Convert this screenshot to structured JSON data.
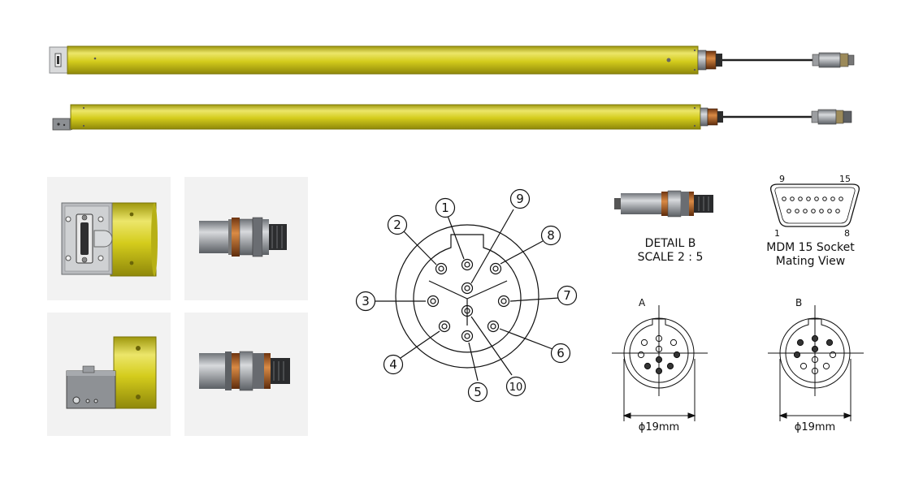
{
  "colors": {
    "rod_yellow": "#d4cc1c",
    "rod_yellow_light": "#ece66a",
    "rod_yellow_dark": "#9e970c",
    "copper": "#b8672a",
    "panel_bg": "#f2f2f2",
    "line": "#111111"
  },
  "pinout": {
    "labels": [
      "1",
      "2",
      "3",
      "4",
      "5",
      "6",
      "7",
      "8",
      "9",
      "10"
    ]
  },
  "detail": {
    "title": "DETAIL B",
    "scale": "SCALE 2 : 5"
  },
  "mdm": {
    "pin_top_left": "9",
    "pin_top_right": "15",
    "pin_bottom_left": "1",
    "pin_bottom_right": "8",
    "caption_line1": "MDM 15 Socket",
    "caption_line2": "Mating View"
  },
  "views": [
    {
      "letter": "A",
      "diameter": "ϕ19mm"
    },
    {
      "letter": "B",
      "diameter": "ϕ19mm"
    }
  ]
}
